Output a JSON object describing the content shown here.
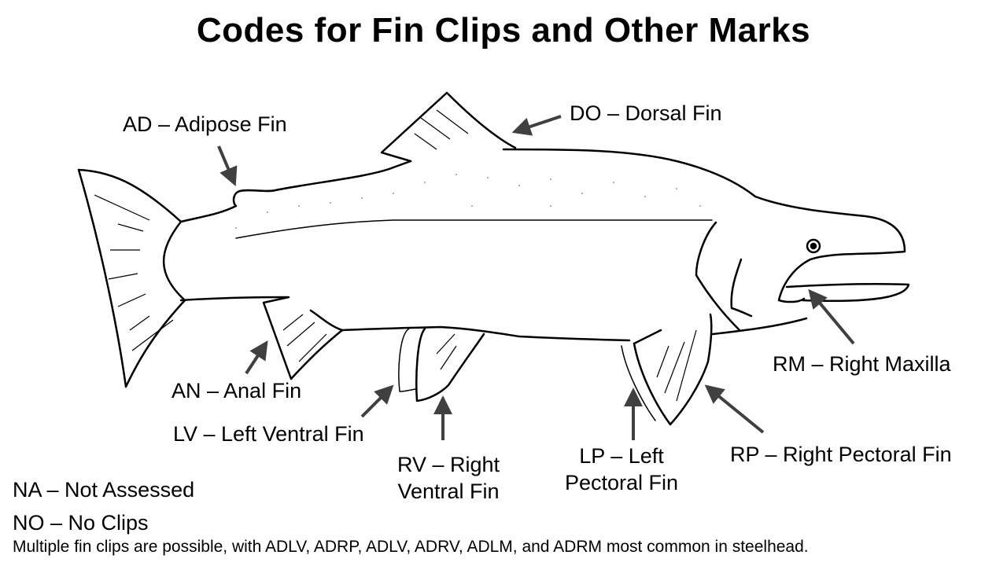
{
  "title": "Codes for Fin Clips and Other Marks",
  "labels": {
    "AD": "AD – Adipose Fin",
    "DO": "DO – Dorsal Fin",
    "AN": "AN – Anal Fin",
    "LV": "LV – Left Ventral Fin",
    "RV_line1": "RV – Right",
    "RV_line2": "Ventral Fin",
    "LP_line1": "LP – Left",
    "LP_line2": "Pectoral Fin",
    "RP": "RP – Right Pectoral Fin",
    "RM": "RM – Right Maxilla"
  },
  "other_codes": [
    "NA – Not Assessed",
    "NO – No Clips"
  ],
  "note": "Multiple fin clips are possible, with ADLV, ADRP, ADLV, ADRV, ADLM, and ADRM most common in steelhead.",
  "colors": {
    "arrow": "#404040",
    "outline": "#000000",
    "text": "#000000"
  }
}
